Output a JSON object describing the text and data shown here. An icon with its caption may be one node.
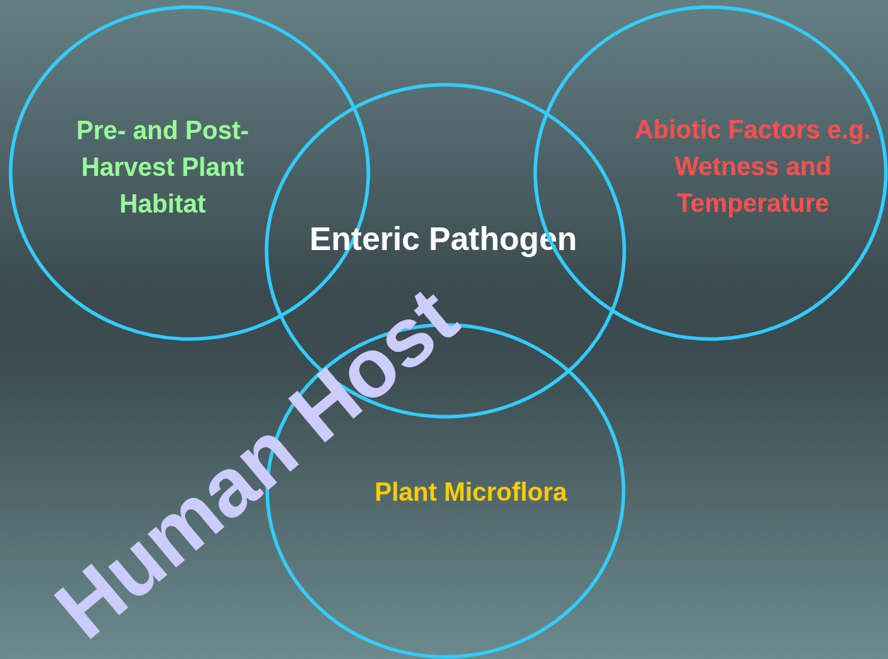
{
  "diagram": {
    "nodes": [
      {
        "text": [
          "Pre- and Post- Harvest Plant Habitat"
        ]
      },
      {
        "text": [
          "Enteric Pathogen"
        ]
      },
      {
        "text": [
          "Abiotic Factors e.g. Wetness and Temperature"
        ]
      },
      {
        "text": [
          "Plant Microflora"
        ]
      }
    ],
    "labels": [
      "Human Host"
    ]
  }
}
